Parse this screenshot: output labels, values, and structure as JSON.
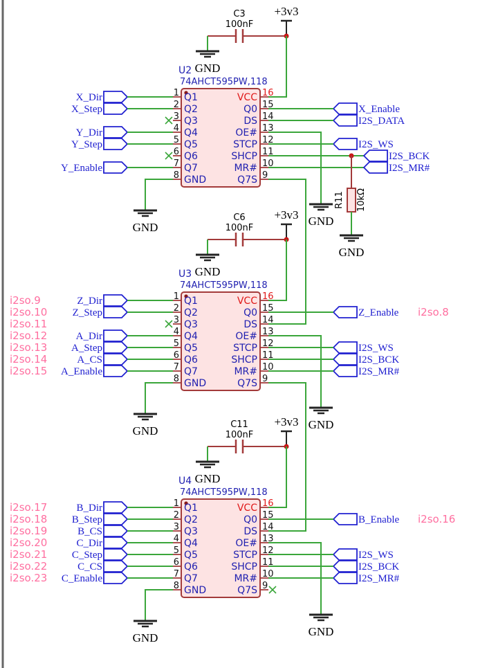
{
  "colors": {
    "wire": "#3aa63a",
    "ic_outline": "#a33a3a",
    "ic_fill": "#fde3e3",
    "pin_blue": "#1f1fb0",
    "pin_red": "#e01818",
    "port": "#2020d0",
    "ground": "#222222",
    "pink": "#ff6fa0",
    "junction": "#c81818",
    "noconnect": "#3aa63a",
    "border": "#666666"
  },
  "power": {
    "vcc_label": "+3v3",
    "gnd_label": "GND"
  },
  "resistor": {
    "ref": "R11",
    "value": "10kΩ"
  },
  "icons": [
    "ground-icon",
    "power-symbol-icon",
    "capacitor-icon",
    "resistor-icon",
    "no-connect-icon",
    "junction-dot-icon",
    "net-port-icon"
  ],
  "chips": [
    {
      "ref": "U2",
      "part": "74AHCT595PW,118",
      "cap": {
        "ref": "C3",
        "value": "100nF"
      },
      "left_pins": [
        {
          "num": "1",
          "name": "Q1"
        },
        {
          "num": "2",
          "name": "Q2"
        },
        {
          "num": "3",
          "name": "Q3"
        },
        {
          "num": "4",
          "name": "Q4"
        },
        {
          "num": "5",
          "name": "Q5"
        },
        {
          "num": "6",
          "name": "Q6"
        },
        {
          "num": "7",
          "name": "Q7"
        },
        {
          "num": "8",
          "name": "GND"
        }
      ],
      "right_pins": [
        {
          "num": "16",
          "name": "VCC"
        },
        {
          "num": "15",
          "name": "Q0"
        },
        {
          "num": "14",
          "name": "DS"
        },
        {
          "num": "13",
          "name": "OE#"
        },
        {
          "num": "12",
          "name": "STCP"
        },
        {
          "num": "11",
          "name": "SHCP"
        },
        {
          "num": "10",
          "name": "MR#"
        },
        {
          "num": "9",
          "name": "Q7S"
        }
      ],
      "left_ports": [
        "X_Dir",
        "X_Step",
        "",
        "Y_Dir",
        "Y_Step",
        "",
        "Y_Enable"
      ],
      "left_aliases": [
        "",
        "",
        "",
        "",
        "",
        "",
        ""
      ],
      "right_ports": [
        "X_Enable",
        "I2S_DATA",
        "",
        "I2S_WS",
        "I2S_BCK",
        "I2S_MR#"
      ],
      "q0_alias": ""
    },
    {
      "ref": "U3",
      "part": "74AHCT595PW,118",
      "cap": {
        "ref": "C6",
        "value": "100nF"
      },
      "left_pins": [
        {
          "num": "1",
          "name": "Q1"
        },
        {
          "num": "2",
          "name": "Q2"
        },
        {
          "num": "3",
          "name": "Q3"
        },
        {
          "num": "4",
          "name": "Q4"
        },
        {
          "num": "5",
          "name": "Q5"
        },
        {
          "num": "6",
          "name": "Q6"
        },
        {
          "num": "7",
          "name": "Q7"
        },
        {
          "num": "8",
          "name": "GND"
        }
      ],
      "right_pins": [
        {
          "num": "16",
          "name": "VCC"
        },
        {
          "num": "15",
          "name": "Q0"
        },
        {
          "num": "14",
          "name": "DS"
        },
        {
          "num": "13",
          "name": "OE#"
        },
        {
          "num": "12",
          "name": "STCP"
        },
        {
          "num": "11",
          "name": "SHCP"
        },
        {
          "num": "10",
          "name": "MR#"
        },
        {
          "num": "9",
          "name": "Q7S"
        }
      ],
      "left_ports": [
        "Z_Dir",
        "Z_Step",
        "",
        "A_Dir",
        "A_Step",
        "A_CS",
        "A_Enable"
      ],
      "left_aliases": [
        "i2so.9",
        "i2so.10",
        "i2so.11",
        "i2so.12",
        "i2so.13",
        "i2so.14",
        "i2so.15"
      ],
      "right_ports": [
        "Z_Enable",
        "",
        "",
        "I2S_WS",
        "I2S_BCK",
        "I2S_MR#"
      ],
      "q0_alias": "i2so.8"
    },
    {
      "ref": "U4",
      "part": "74AHCT595PW,118",
      "cap": {
        "ref": "C11",
        "value": "100nF"
      },
      "left_pins": [
        {
          "num": "1",
          "name": "Q1"
        },
        {
          "num": "2",
          "name": "Q2"
        },
        {
          "num": "3",
          "name": "Q3"
        },
        {
          "num": "4",
          "name": "Q4"
        },
        {
          "num": "5",
          "name": "Q5"
        },
        {
          "num": "6",
          "name": "Q6"
        },
        {
          "num": "7",
          "name": "Q7"
        },
        {
          "num": "8",
          "name": "GND"
        }
      ],
      "right_pins": [
        {
          "num": "16",
          "name": "VCC"
        },
        {
          "num": "15",
          "name": "Q0"
        },
        {
          "num": "14",
          "name": "DS"
        },
        {
          "num": "13",
          "name": "OE#"
        },
        {
          "num": "12",
          "name": "STCP"
        },
        {
          "num": "11",
          "name": "SHCP"
        },
        {
          "num": "10",
          "name": "MR#"
        },
        {
          "num": "9",
          "name": "Q7S"
        }
      ],
      "left_ports": [
        "B_Dir",
        "B_Step",
        "B_CS",
        "C_Dir",
        "C_Step",
        "C_CS",
        "C_Enable"
      ],
      "left_aliases": [
        "i2so.17",
        "i2so.18",
        "i2so.19",
        "i2so.20",
        "i2so.21",
        "i2so.22",
        "i2so.23"
      ],
      "right_ports": [
        "B_Enable",
        "",
        "",
        "I2S_WS",
        "I2S_BCK",
        "I2S_MR#"
      ],
      "q0_alias": "i2so.16"
    }
  ]
}
